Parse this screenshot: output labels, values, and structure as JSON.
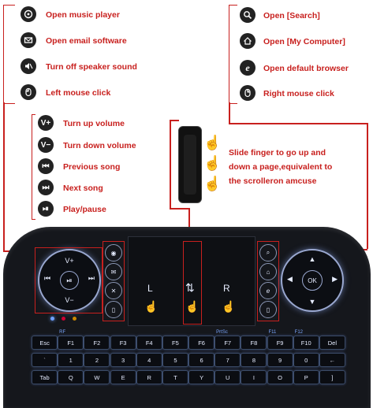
{
  "left_features": [
    {
      "icon": "music-icon",
      "label": "Open music player"
    },
    {
      "icon": "email-icon",
      "label": "Open email software"
    },
    {
      "icon": "mute-icon",
      "label": "Turn off speaker sound"
    },
    {
      "icon": "mouse-left-icon",
      "label": "Left mouse click"
    }
  ],
  "right_features": [
    {
      "icon": "search-icon",
      "label": "Open [Search]"
    },
    {
      "icon": "home-icon",
      "label": "Open [My Computer]"
    },
    {
      "icon": "browser-icon",
      "label": "Open default browser"
    },
    {
      "icon": "mouse-right-icon",
      "label": "Right mouse click"
    }
  ],
  "media_features": [
    {
      "icon_text": "V+",
      "label": "Turn up volume"
    },
    {
      "icon_text": "V−",
      "label": "Turn down volume"
    },
    {
      "icon_text": "⏮",
      "label": "Previous song"
    },
    {
      "icon_text": "⏭",
      "label": "Next song"
    },
    {
      "icon_text": "⏯",
      "label": "Play/pause"
    }
  ],
  "scroll_text": [
    "Slide finger to go up and",
    "down a page,equivalent to",
    "the scrolleron amcuse"
  ],
  "keyboard": {
    "dpad_left": {
      "up": "V+",
      "down": "V−"
    },
    "ok_label": "OK",
    "touch_left": "L",
    "touch_right": "R",
    "scroll_symbol": "⇅",
    "row1": [
      "Esc",
      "F1",
      "F2",
      "F3",
      "F4",
      "F5",
      "F6",
      "F7",
      "F8",
      "F9",
      "F10",
      "Del"
    ],
    "row1_fn": [
      "",
      "RF",
      "",
      "",
      "",
      "",
      "",
      "PrtSc",
      "",
      "F11",
      "F12",
      ""
    ],
    "row2": [
      "`",
      "1",
      "2",
      "3",
      "4",
      "5",
      "6",
      "7",
      "8",
      "9",
      "0",
      "←"
    ],
    "row3": [
      "Tab",
      "Q",
      "W",
      "E",
      "R",
      "T",
      "Y",
      "U",
      "I",
      "O",
      "P",
      "]"
    ]
  }
}
